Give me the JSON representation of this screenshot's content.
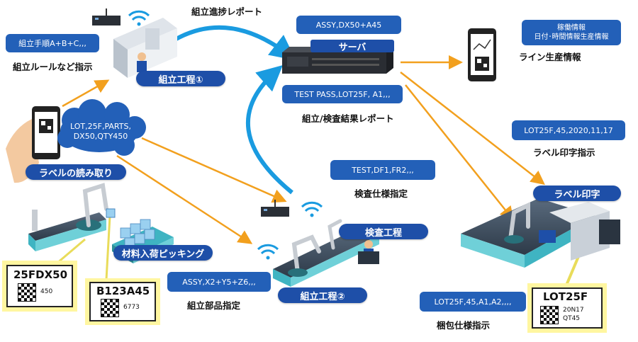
{
  "nodes": {
    "server": "サーバ",
    "process1": "組立工程①",
    "process2": "組立工程②",
    "inspection": "検査工程",
    "label_print": "ラベル印字",
    "label_read": "ラベルの読み取り",
    "material_picking": "材料入荷ピッキング"
  },
  "bubbles": {
    "assembly_steps": "組立手順A+B+C,,,",
    "server_assy": "ASSY,DX50+A45",
    "test_pass": "TEST PASS,LOT25F, A1,,,",
    "test_df": "TEST,DF1,FR2,,,",
    "parts_assy": "ASSY,X2+Y5+Z6,,,",
    "lot_print": "LOT25F,45,2020,11,17",
    "lot_pack": "LOT25F,45,A1,A2,,,,",
    "operation_line1": "稼働情報",
    "operation_line2": "日付･時間情報生産情報"
  },
  "cloud": {
    "line1": "LOT,25F,PARTS,",
    "line2": "DX50,QTY450"
  },
  "captions": {
    "assembly_rules": "組立ルールなど指示",
    "progress_report": "組立進捗レポート",
    "result_report": "組立/検査結果レポート",
    "inspection_spec": "検査仕様指定",
    "parts_spec": "組立部品指定",
    "line_info": "ライン生産情報",
    "label_instruction": "ラベル印字指示",
    "packing_spec": "梱包仕様指示"
  },
  "tags": {
    "tag1": {
      "title": "25FDX50",
      "sub": "450"
    },
    "tag2": {
      "title": "B123A45",
      "sub": "6773"
    },
    "tag3": {
      "title": "LOT25F",
      "sub1": "20N17",
      "sub2": "QT45"
    }
  },
  "colors": {
    "primary_blue": "#1e4fa8",
    "bubble_blue": "#2360b8",
    "arrow_orange": "#f2a01e",
    "arc_blue": "#1a9be0",
    "highlight_yellow": "#fff6a0"
  }
}
